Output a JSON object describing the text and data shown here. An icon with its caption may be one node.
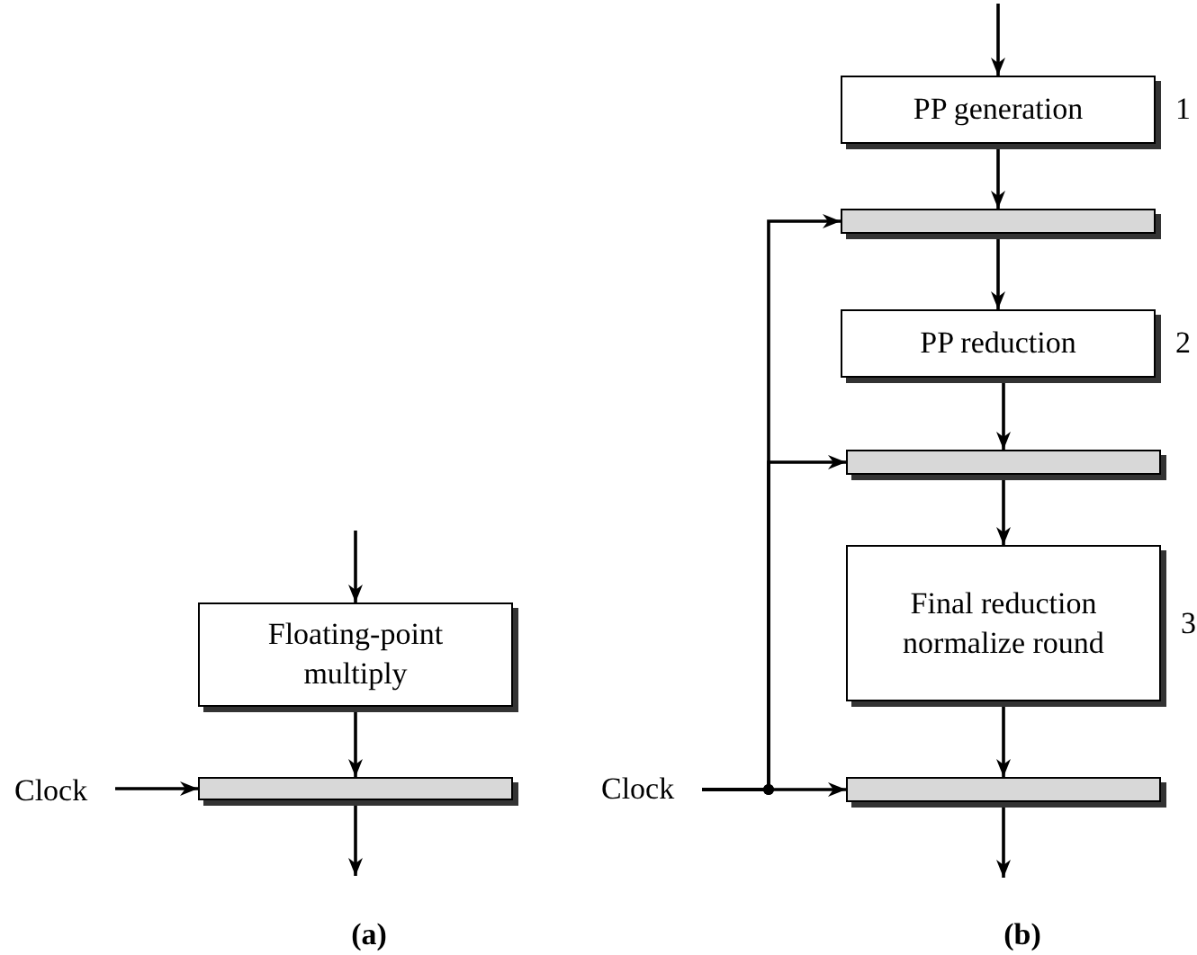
{
  "diagram": {
    "nodes": [
      {
        "text": [
          "Floating-point multiply"
        ]
      },
      {
        "text": [],
        "shape": "bar"
      },
      {
        "text": [
          "Clock"
        ]
      },
      {
        "text": [
          "PP generation"
        ],
        "beside": [
          "1"
        ]
      },
      {
        "text": [],
        "shape": "bar"
      },
      {
        "text": [
          "PP reduction"
        ],
        "beside": [
          "2"
        ]
      },
      {
        "text": [],
        "shape": "bar"
      },
      {
        "text": [
          "Final reduction normalize round"
        ],
        "beside": [
          "3"
        ]
      },
      {
        "text": [],
        "shape": "bar"
      },
      {
        "text": [
          "Clock"
        ]
      }
    ],
    "edges": [
      {
        "from": null,
        "to": 0,
        "arrow": "to"
      },
      {
        "from": 0,
        "to": 1,
        "arrow": "to"
      },
      {
        "from": 2,
        "to": 1,
        "arrow": "to"
      },
      {
        "from": 1,
        "to": null,
        "arrow": "to"
      },
      {
        "from": null,
        "to": 3,
        "arrow": "to"
      },
      {
        "from": 3,
        "to": 4,
        "arrow": "to"
      },
      {
        "from": 4,
        "to": 5,
        "arrow": "to"
      },
      {
        "from": 5,
        "to": 6,
        "arrow": "to"
      },
      {
        "from": 6,
        "to": 7,
        "arrow": "to"
      },
      {
        "from": 7,
        "to": 8,
        "arrow": "to"
      },
      {
        "from": 8,
        "to": null,
        "arrow": "to"
      },
      {
        "from": 9,
        "to": 4,
        "arrow": "to"
      },
      {
        "from": 9,
        "to": 6,
        "arrow": "to"
      },
      {
        "from": 9,
        "to": 8,
        "arrow": "to"
      }
    ],
    "labels": [
      "(a)",
      "(b)"
    ]
  }
}
